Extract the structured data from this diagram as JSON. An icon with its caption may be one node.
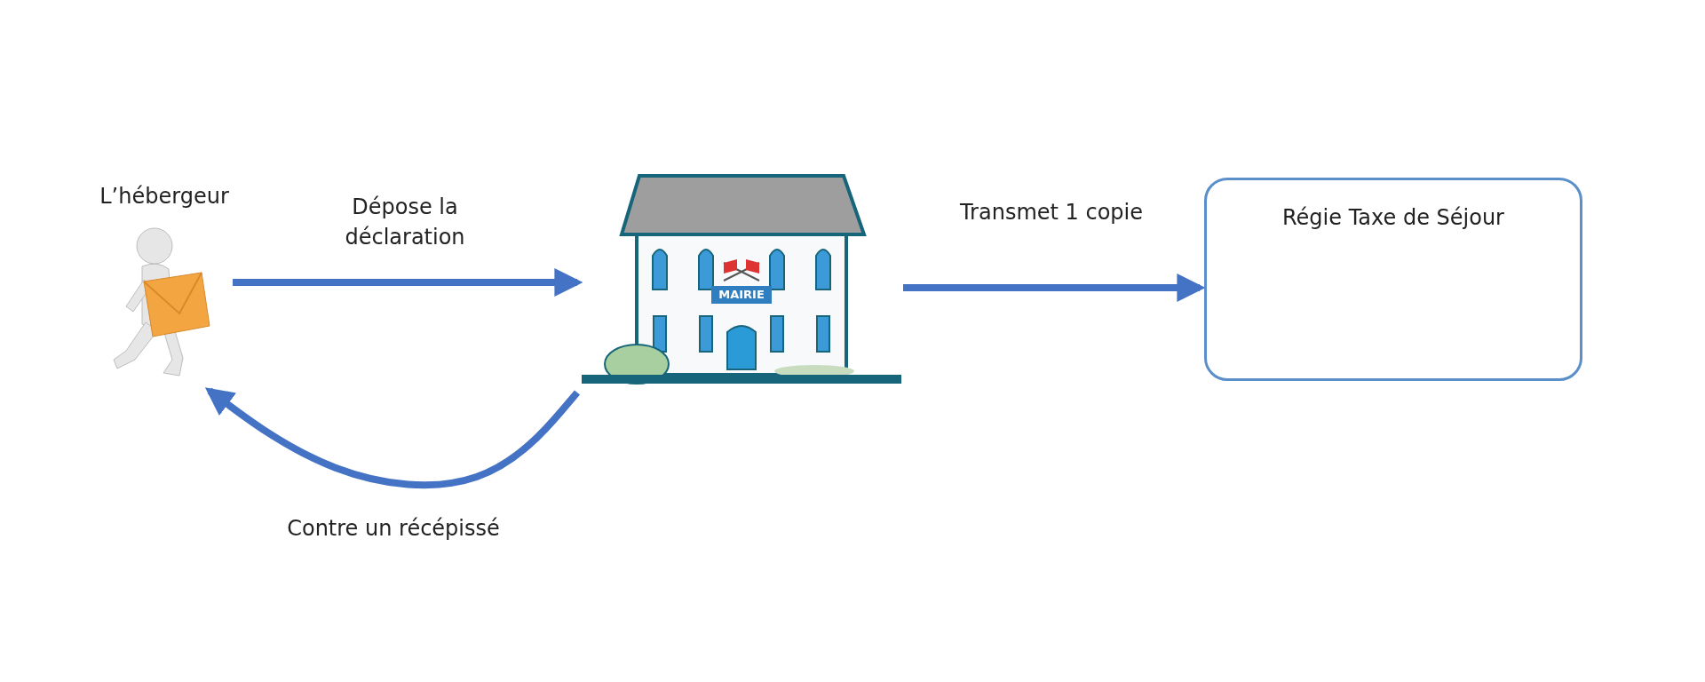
{
  "diagram": {
    "nodes": [
      {
        "text": [
          "L’hébergeur"
        ]
      },
      {
        "text": [
          "MAIRIE"
        ]
      },
      {
        "text": [
          "Régie Taxe de Séjour"
        ]
      }
    ],
    "edges": [
      {
        "from": 0,
        "to": 1,
        "arrow": "to",
        "label": "Dépose la déclaration"
      },
      {
        "from": 1,
        "to": 2,
        "arrow": "to",
        "label": "Transmet 1 copie"
      },
      {
        "from": 1,
        "to": 0,
        "arrow": "to",
        "label": "Contre un récépissé"
      }
    ]
  }
}
